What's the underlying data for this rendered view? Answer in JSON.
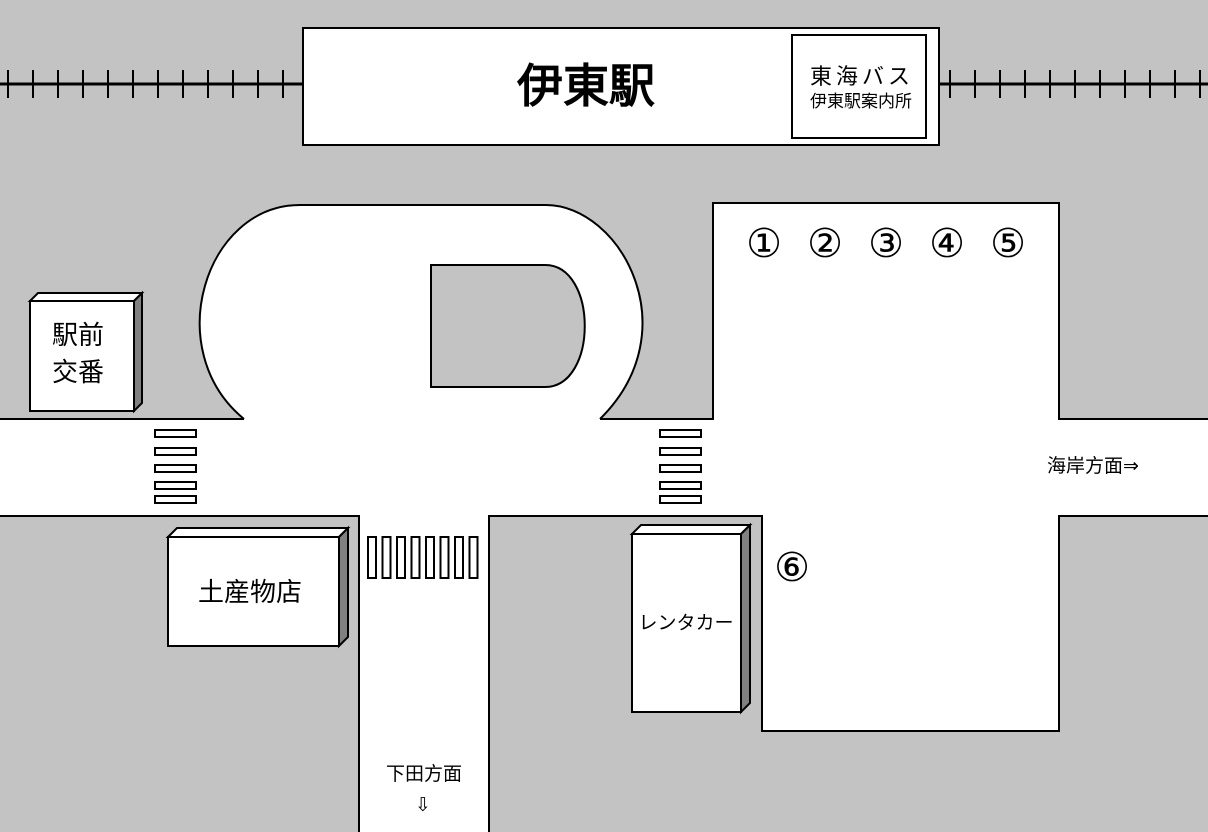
{
  "station": {
    "name": "伊東駅"
  },
  "bus_info": {
    "line1": "東海バス",
    "line2": "伊東駅案内所"
  },
  "bus_stops": [
    "①",
    "②",
    "③",
    "④",
    "⑤",
    "⑥"
  ],
  "buildings": {
    "koban_line1": "駅前",
    "koban_line2": "交番",
    "souvenir": "土産物店",
    "rental_car": "レンタカー"
  },
  "directions": {
    "coast": "海岸方面⇒",
    "shimoda": "下田方面",
    "shimoda_arrow": "⇩"
  },
  "colors": {
    "background": "#c3c3c3",
    "road": "#ffffff",
    "line": "#000000",
    "box_side": "#808080"
  }
}
